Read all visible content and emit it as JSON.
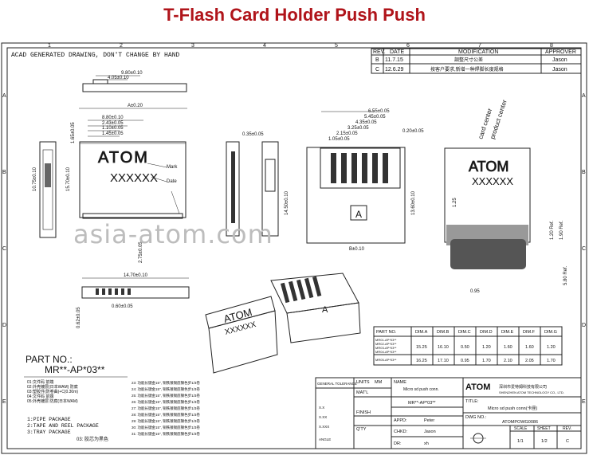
{
  "page_title": "T-Flash Card Holder Push Push",
  "drawing_note": "ACAD GENERATED DRAWING, DON'T CHANGE BY HAND",
  "revision_table": {
    "headers": [
      "REV.",
      "DATE",
      "MODIFICATION",
      "APPROVER"
    ],
    "rows": [
      {
        "rev": "B",
        "date": "11.7.15",
        "modification": "調整尺寸公差",
        "approver": "Jason"
      },
      {
        "rev": "C",
        "date": "12.6.29",
        "modification": "按客户要求,新增一种焊脚长度规格",
        "approver": "Jason"
      }
    ]
  },
  "border_numbers_top": [
    "1",
    "2",
    "3",
    "4",
    "5",
    "6",
    "7",
    "8"
  ],
  "border_letters_side": [
    "A",
    "B",
    "C",
    "D",
    "E"
  ],
  "dimensions": {
    "top_view_1": "9.80±0.10",
    "top_view_2": "4.05±0.10",
    "a_dim": "A±0.20",
    "top_a": "8.80±0.10",
    "top_b": "2.43±0.05",
    "top_c": "1.10±0.05",
    "top_d": "1.45±0.05",
    "left_h1": "1.65±0.05",
    "left_h2": "15.70±0.10",
    "left_h3": "10.75±0.10",
    "side_thk": "0.35±0.05",
    "bottom_dim": "2.75±0.05",
    "right_w1": "6.55±0.05",
    "right_w2": "5.45±0.05",
    "right_w3": "4.35±0.05",
    "right_w4": "3.25±0.05",
    "right_w5": "2.15±0.05",
    "right_w6": "1.05±0.05",
    "right_w7": "0.20±0.05",
    "right_h1": "14.50±0.10",
    "right_h2": "13.60±0.10",
    "right_b": "B±0.10",
    "front_w": "14.70±0.10",
    "front_h": "0.60±0.05",
    "front_side": "0.62±0.05",
    "iso_h": "1.20 Ref.",
    "iso_h2": "1.90 Ref.",
    "iso_h3": "5.80 Ref.",
    "iso_w": "0.95"
  },
  "labels": {
    "brand": "ATOM",
    "code": "XXXXXX",
    "mark": "Mark",
    "date": "Date",
    "slot_a": "A",
    "card_center": "card center",
    "product_center": "product center",
    "watermark": "asia-atom.com",
    "shock_label": "1.25"
  },
  "part_no": {
    "heading": "PART NO.:",
    "value": "MR**-AP*03**",
    "options_left": [
      "01:文件码 前端",
      "02:外壳镀层(日本WAM) 防腐",
      "03:塑胶件(防卷曲)+C(0.30m)",
      "04:文件码 前端",
      "05:外壳镀层 防腐(日本WAM)"
    ],
    "package": [
      "1:PIPE PACKAGE",
      "2:TAPE AND REEL PACKAGE",
      "3:TRAY PACKAGE"
    ],
    "package_note": "03: 胶芯为黑色",
    "options_right": [
      "23: 功能长键金15\", 铜铁镀锡底镍色步1/3卷",
      "24: 功能长键金15\", 铜铁镀锡底镍色步1/3卷",
      "25: 功能长键金15\", 铜铁镀锡底镍色步1/3卷",
      "26: 功能长键金15\", 铜铁镀锡底镍色步1/3卷",
      "27: 功能长键金15\", 铜铁镀锡底镍色步1/3卷",
      "28: 功能长键金15\", 铜铁镀锡底镍色步1/3卷",
      "29: 功能长键金15\", 铜铁镀锡底镍色步1/3卷",
      "30: 功能长键金15\", 铜铁镀锡底镍色步1/3卷",
      "31: 功能长键金15\", 铜铁镀锡底镍色步1/3卷"
    ]
  },
  "dim_table": {
    "headers": [
      "PART NO.",
      "DIM.A",
      "DIM.B",
      "DIM.C",
      "DIM.D",
      "DIM.E",
      "DIM.F",
      "DIM.G"
    ],
    "rows": [
      {
        "part": [
          "MR01-AP*03**",
          "MR02-AP*03**",
          "MR03-AP*03**",
          "MR04-AP*03**"
        ],
        "a": "15.25",
        "b": "16.10",
        "c": "0.50",
        "d": "1.20",
        "e": "1.60",
        "f": "1.60",
        "g": "1.20"
      },
      {
        "part": [
          "MR05-AP*03**"
        ],
        "a": "16.25",
        "b": "17.10",
        "c": "0.95",
        "d": "1.70",
        "e": "2.10",
        "f": "2.05",
        "g": "1.70"
      }
    ]
  },
  "title_block": {
    "general_tolerance": "GENERAL TOLERANCE",
    "units_label": "UNITS",
    "units_value": "MM",
    "matl_label": "MAT'L",
    "finish_label": "FINISH",
    "qty_label": "Q'TY",
    "tol_rows": [
      "X.X",
      "X.XX",
      "X.XXX",
      "ANGLE"
    ],
    "name_label": "NAME",
    "name_value": "Micro sd push conn.",
    "part_value": "MR**-AP*03**",
    "appd_label": "APPD:",
    "appd_value": "Peter",
    "chkd_label": "CHKD:",
    "chkd_value": "Jason",
    "dr_label": "DR:",
    "dr_value": "xh",
    "company_cn": "深圳市爱特姆科技有限公司",
    "company_en": "SHENZHEN ATOM TECHNOLOGY CO., LTD.",
    "title_label": "TITLE:",
    "title_value": "Micro sd push conn(卡座)",
    "dwg_label": "DWG NO.:",
    "dwg_value": "ATOMPOWG0086",
    "scale_label": "SCALE",
    "scale_value": "1/1",
    "sheet_label": "SHEET",
    "sheet_value": "1/2",
    "rev_label": "REV.",
    "rev_value": "C"
  }
}
